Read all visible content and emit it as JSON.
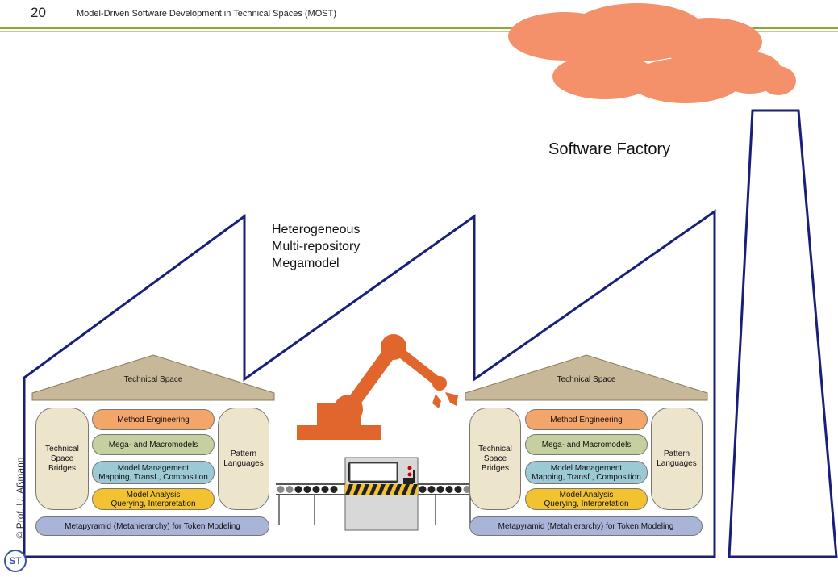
{
  "header": {
    "slide_number": "20",
    "course_title": "Model-Driven Software Development in Technical Spaces (MOST)"
  },
  "sidebar": {
    "copyright": "© Prof. U. Aßmann",
    "logo_text": "ST"
  },
  "labels": {
    "software_factory": "Software Factory",
    "megamodel_lines": [
      "Heterogeneous",
      "Multi-repository",
      "Megamodel"
    ]
  },
  "technical_spaces": [
    {
      "roof": "Technical Space",
      "left_column": [
        "Technical",
        "Space",
        "Bridges"
      ],
      "right_column": [
        "Pattern",
        "Languages"
      ],
      "layers": {
        "method": "Method Engineering",
        "mega": "Mega- and Macromodels",
        "mgmt_line1": "Model Management",
        "mgmt_line2": "Mapping, Transf., Composition",
        "analysis_line1": "Model Analysis",
        "analysis_line2": "Querying, Interpretation",
        "base": "Metapyramid (Metahierarchy) for Token Modeling"
      }
    },
    {
      "roof": "Technical Space",
      "left_column": [
        "Technical",
        "Space",
        "Bridges"
      ],
      "right_column": [
        "Pattern",
        "Languages"
      ],
      "layers": {
        "method": "Method Engineering",
        "mega": "Mega- and Macromodels",
        "mgmt_line1": "Model Management",
        "mgmt_line2": "Mapping, Transf., Composition",
        "analysis_line1": "Model Analysis",
        "analysis_line2": "Querying, Interpretation",
        "base": "Metapyramid (Metahierarchy) for Token Modeling"
      }
    }
  ],
  "colors": {
    "factory_outline": "#1a1f7a",
    "smoke": "#f4916a",
    "robot": "#e0662e",
    "method": "#f4a56a",
    "mega": "#c4d0a0",
    "mgmt": "#9cc9d6",
    "analysis": "#f2c230",
    "base": "#a8b4d8",
    "pillar": "#ede4cc",
    "roof": "#c8b89a",
    "header_rule": "#8aa83a"
  }
}
